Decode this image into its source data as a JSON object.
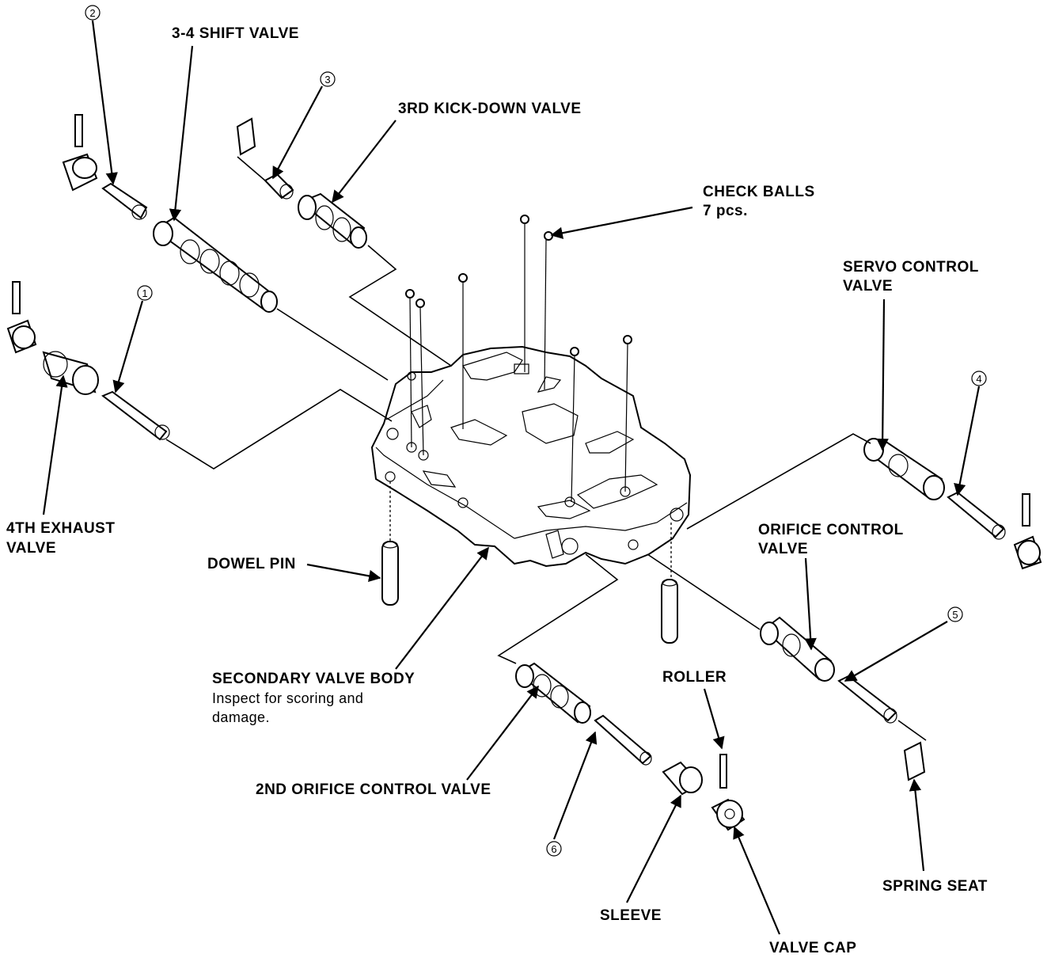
{
  "labels": {
    "shift_valve_34": "3-4 SHIFT VALVE",
    "kickdown_3rd": "3RD KICK-DOWN VALVE",
    "check_balls": "CHECK BALLS",
    "check_balls_qty": "7 pcs.",
    "servo_control_1": "SERVO CONTROL",
    "servo_control_2": "VALVE",
    "exhaust_4th_1": "4TH EXHAUST",
    "exhaust_4th_2": "VALVE",
    "orifice_control_1": "ORIFICE CONTROL",
    "orifice_control_2": "VALVE",
    "dowel_pin": "DOWEL PIN",
    "secondary_body": "SECONDARY VALVE BODY",
    "inspect_1": "Inspect for scoring and",
    "inspect_2": "damage.",
    "roller": "ROLLER",
    "orifice_2nd": "2ND ORIFICE CONTROL VALVE",
    "spring_seat": "SPRING SEAT",
    "sleeve": "SLEEVE",
    "valve_cap": "VALVE CAP"
  },
  "callouts": [
    "1",
    "2",
    "3",
    "4",
    "5",
    "6"
  ],
  "colors": {
    "ink": "#000000",
    "paper": "#ffffff"
  }
}
